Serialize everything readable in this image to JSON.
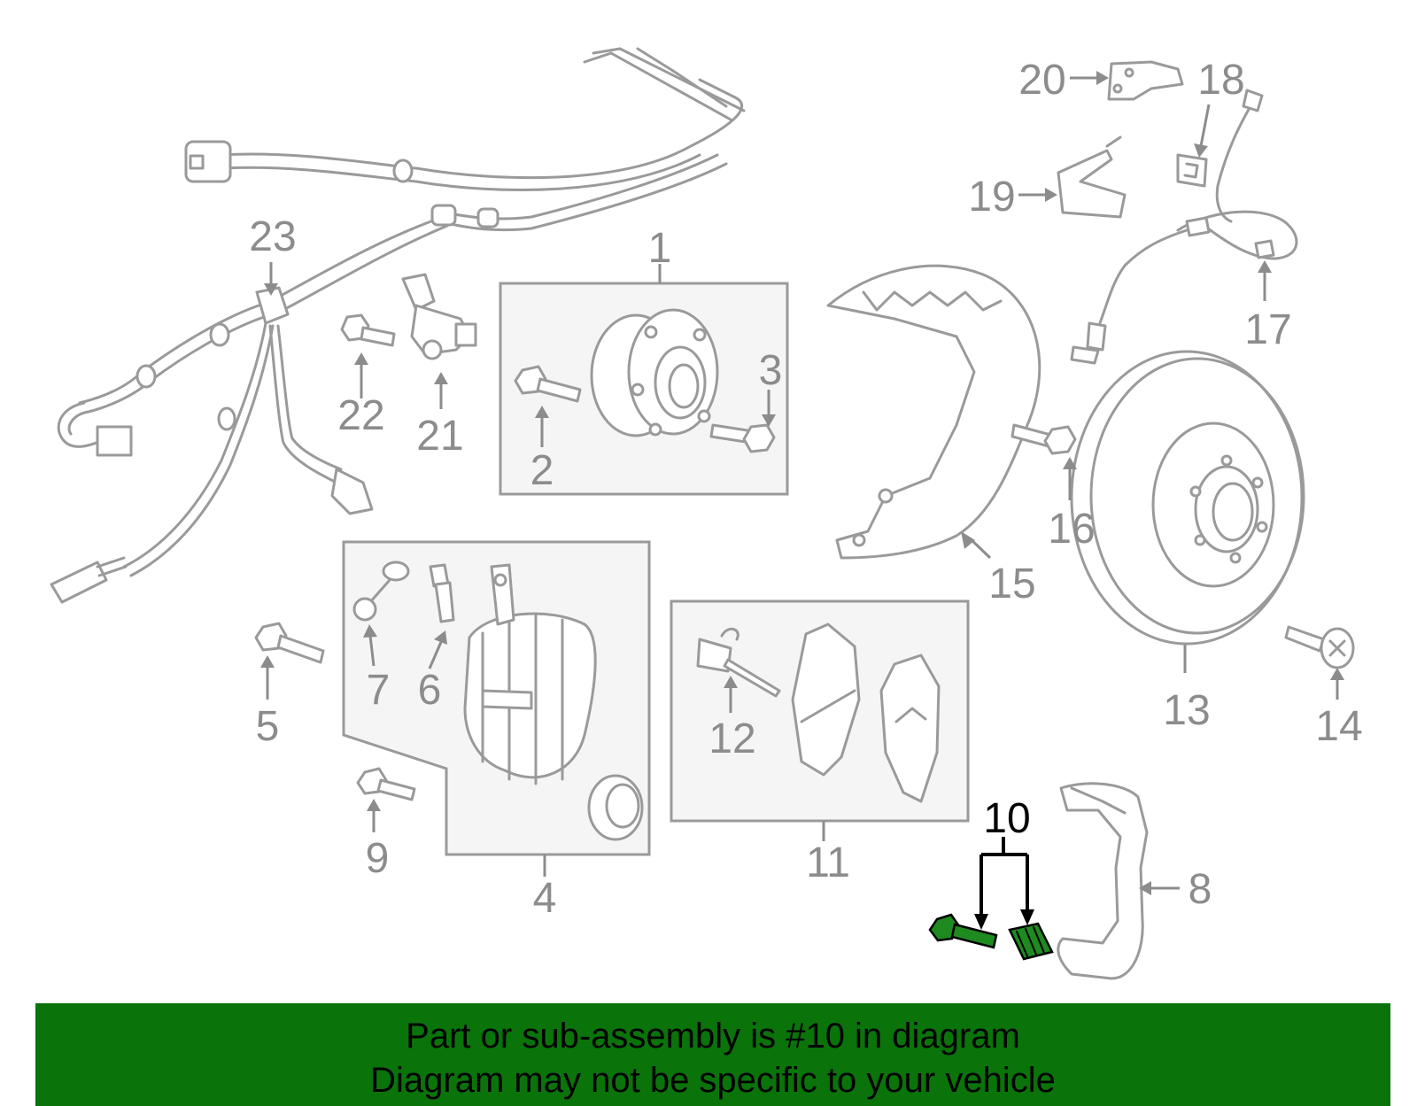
{
  "callouts": {
    "c1": "1",
    "c2": "2",
    "c3": "3",
    "c4": "4",
    "c5": "5",
    "c6": "6",
    "c7": "7",
    "c8": "8",
    "c9": "9",
    "c10": "10",
    "c11": "11",
    "c12": "12",
    "c13": "13",
    "c14": "14",
    "c15": "15",
    "c16": "16",
    "c17": "17",
    "c18": "18",
    "c19": "19",
    "c20": "20",
    "c21": "21",
    "c22": "22",
    "c23": "23"
  },
  "highlighted_part": "10",
  "colors": {
    "highlight": "#1f8a1f",
    "banner": "#0a730a",
    "line": "#9a9a9a"
  },
  "banner": {
    "line1": "Part or sub-assembly is #10 in diagram",
    "line2": "Diagram may not be specific to your vehicle"
  }
}
